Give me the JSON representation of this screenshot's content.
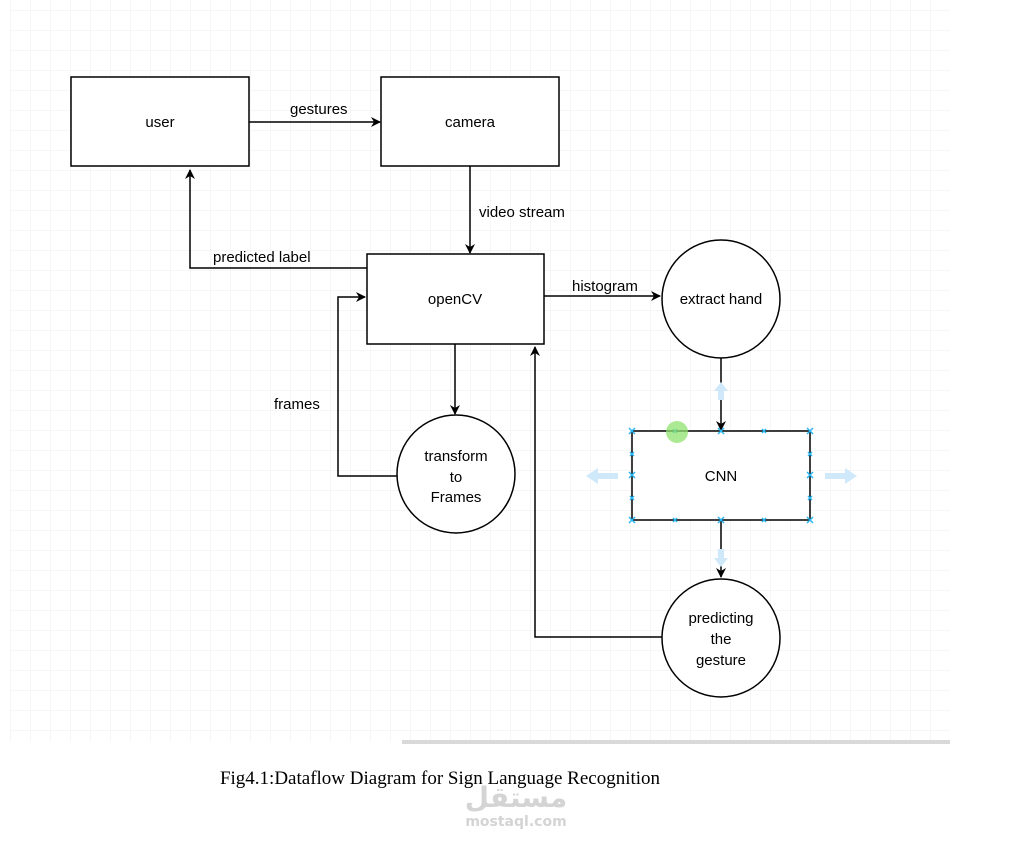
{
  "nodes": {
    "user": "user",
    "camera": "camera",
    "opencv": "openCV",
    "extract_hand": "extract hand",
    "cnn": "CNN",
    "transform": [
      "transform",
      "to",
      "Frames"
    ],
    "predicting": [
      "predicting",
      "the",
      "gesture"
    ]
  },
  "edges": {
    "gestures": "gestures",
    "video_stream": "video stream",
    "predicted_label": "predicted label",
    "histogram": "histogram",
    "frames": "frames"
  },
  "caption": "Fig4.1:Dataflow Diagram for Sign Language Recognition",
  "watermark": {
    "arabic": "مستقل",
    "latin": "mostaql.com"
  },
  "colors": {
    "grid": "#e6e6e6",
    "stroke": "#000000",
    "selection": "#29b6f2",
    "selection_arrow": "#cfe9fb",
    "highlight": "#8fe36e"
  }
}
